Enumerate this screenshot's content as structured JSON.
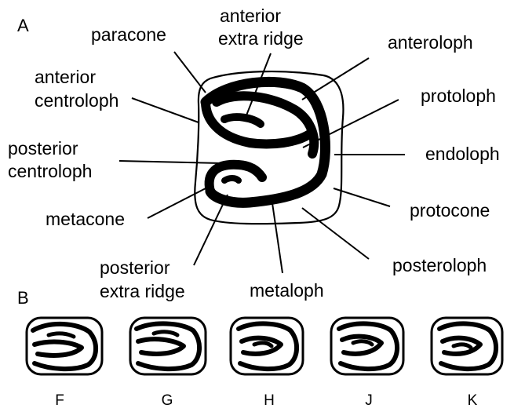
{
  "panels": {
    "a": "A",
    "b": "B"
  },
  "labels": {
    "paracone": "paracone",
    "anterior_extra_ridge": [
      "anterior",
      "extra ridge"
    ],
    "anteroloph": "anteroloph",
    "anterior_centroloph": [
      "anterior",
      "centroloph"
    ],
    "protoloph": "protoloph",
    "posterior_centroloph": [
      "posterior",
      "centroloph"
    ],
    "endoloph": "endoloph",
    "metacone": "metacone",
    "protocone": "protocone",
    "posterior_extra_ridge": [
      "posterior",
      "extra ridge"
    ],
    "posteroloph": "posteroloph",
    "metaloph": "metaloph"
  },
  "specimens": [
    "F",
    "G",
    "H",
    "J",
    "K"
  ]
}
